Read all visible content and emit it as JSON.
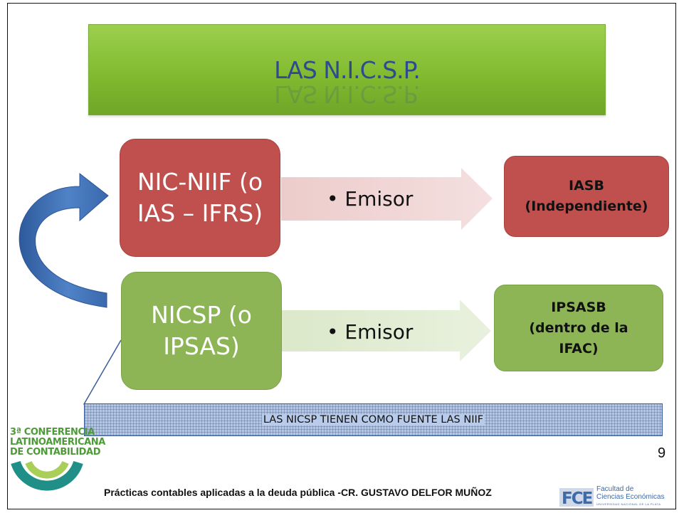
{
  "slide": {
    "title": "LAS N.I.C.S.P.",
    "rows": [
      {
        "source": "NIC-NIIF (o\nIAS – IFRS)",
        "source_line1": "NIC-NIIF (o",
        "source_line2": "IAS – IFRS)",
        "arrow_label": "• Emisor",
        "issuer_line1": "IASB",
        "issuer_line2": "(Independiente)",
        "color": "#c0504d"
      },
      {
        "source_line1": "NICSP (o",
        "source_line2": "IPSAS)",
        "arrow_label": "• Emisor",
        "issuer_line1": "IPSASB",
        "issuer_line2": "(dentro de la",
        "issuer_line3": "IFAC)",
        "color": "#8db556"
      }
    ],
    "banner": "LAS NICSP TIENEN COMO FUENTE LAS NIIF",
    "page_number": "9",
    "footer": "Prácticas contables aplicadas a la deuda pública -CR. GUSTAVO DELFOR MUÑOZ",
    "conference_logo": {
      "line1": "3ª CONFERENCIA",
      "line2": "LATINOAMERICANA",
      "line3": "DE CONTABILIDAD"
    },
    "faculty_logo": {
      "mark": "FCE",
      "line1": "Facultad de",
      "line2": "Ciencias Económicas",
      "line3": "UNIVERSIDAD NACIONAL DE LA PLATA"
    },
    "colors": {
      "title_green": "#82bb30",
      "title_text": "#2e4b8f",
      "red_box": "#c0504d",
      "green_box": "#8db556",
      "curved_arrow": "#3a68ad",
      "banner": "#b3c6e6"
    }
  }
}
